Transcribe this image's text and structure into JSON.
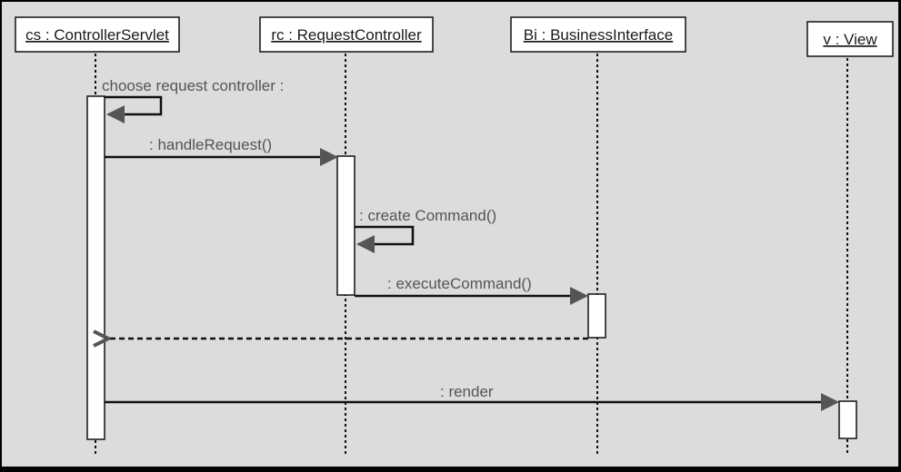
{
  "diagram": {
    "type": "uml-sequence",
    "lifelines": [
      {
        "id": "cs",
        "label": "cs : ControllerServlet"
      },
      {
        "id": "rc",
        "label": "rc : RequestController"
      },
      {
        "id": "bi",
        "label": "Bi : BusinessInterface"
      },
      {
        "id": "v",
        "label": "v : View"
      }
    ],
    "messages": [
      {
        "from": "cs",
        "to": "cs",
        "label": "choose request controller :",
        "kind": "self"
      },
      {
        "from": "cs",
        "to": "rc",
        "label": ": handleRequest()",
        "kind": "sync"
      },
      {
        "from": "rc",
        "to": "rc",
        "label": ": create Command()",
        "kind": "self"
      },
      {
        "from": "rc",
        "to": "bi",
        "label": ": executeCommand()",
        "kind": "sync"
      },
      {
        "from": "bi",
        "to": "cs",
        "label": "",
        "kind": "return"
      },
      {
        "from": "cs",
        "to": "v",
        "label": ": render",
        "kind": "sync"
      }
    ]
  },
  "colors": {
    "background": "#dcdcdc",
    "line": "#111111",
    "arrowhead": "#555555",
    "box_fill": "#ffffff",
    "message_text": "#555555"
  }
}
